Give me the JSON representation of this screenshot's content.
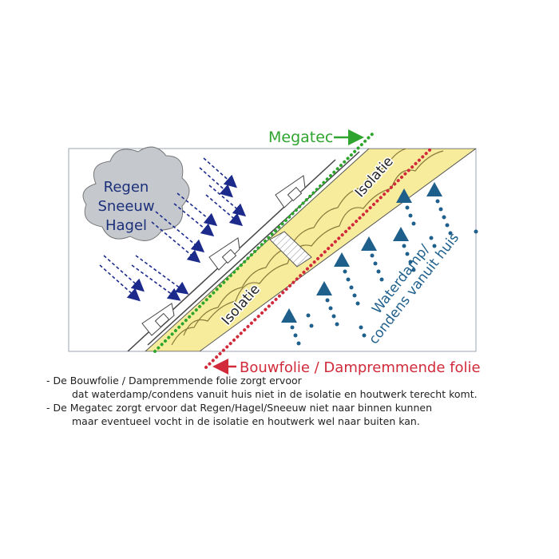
{
  "labels": {
    "megatec": "Megatec",
    "bouwfolie": "Bouwfolie / Dampremmende folie",
    "cloud": [
      "Regen",
      "Sneeuw",
      "Hagel"
    ],
    "isolatie_top": "Isolatie",
    "isolatie_bottom": "Isolatie",
    "waterdamp": [
      "Waterdamp/",
      "condens vanuit huis"
    ]
  },
  "notes": [
    "- De Bouwfolie / Dampremmende folie zorgt ervoor",
    "dat waterdamp/condens vanuit huis niet in de isolatie en houtwerk terecht komt.",
    "- De Megatec zorgt ervoor dat Regen/Hagel/Sneeuw niet naar binnen kunnen",
    "maar eventueel vocht in de isolatie en houtwerk wel naar buiten kan."
  ],
  "colors": {
    "megatec_green": "#2fa52f",
    "bouwfolie_red": "#d12a3a",
    "arrow_navy": "#1c2a8c",
    "vapor_blue": "#1f5f8c",
    "insulation_yellow": "#f7ec9c",
    "cloud_gray": "#bfc3c8",
    "text_navy": "#1c2f7a"
  }
}
